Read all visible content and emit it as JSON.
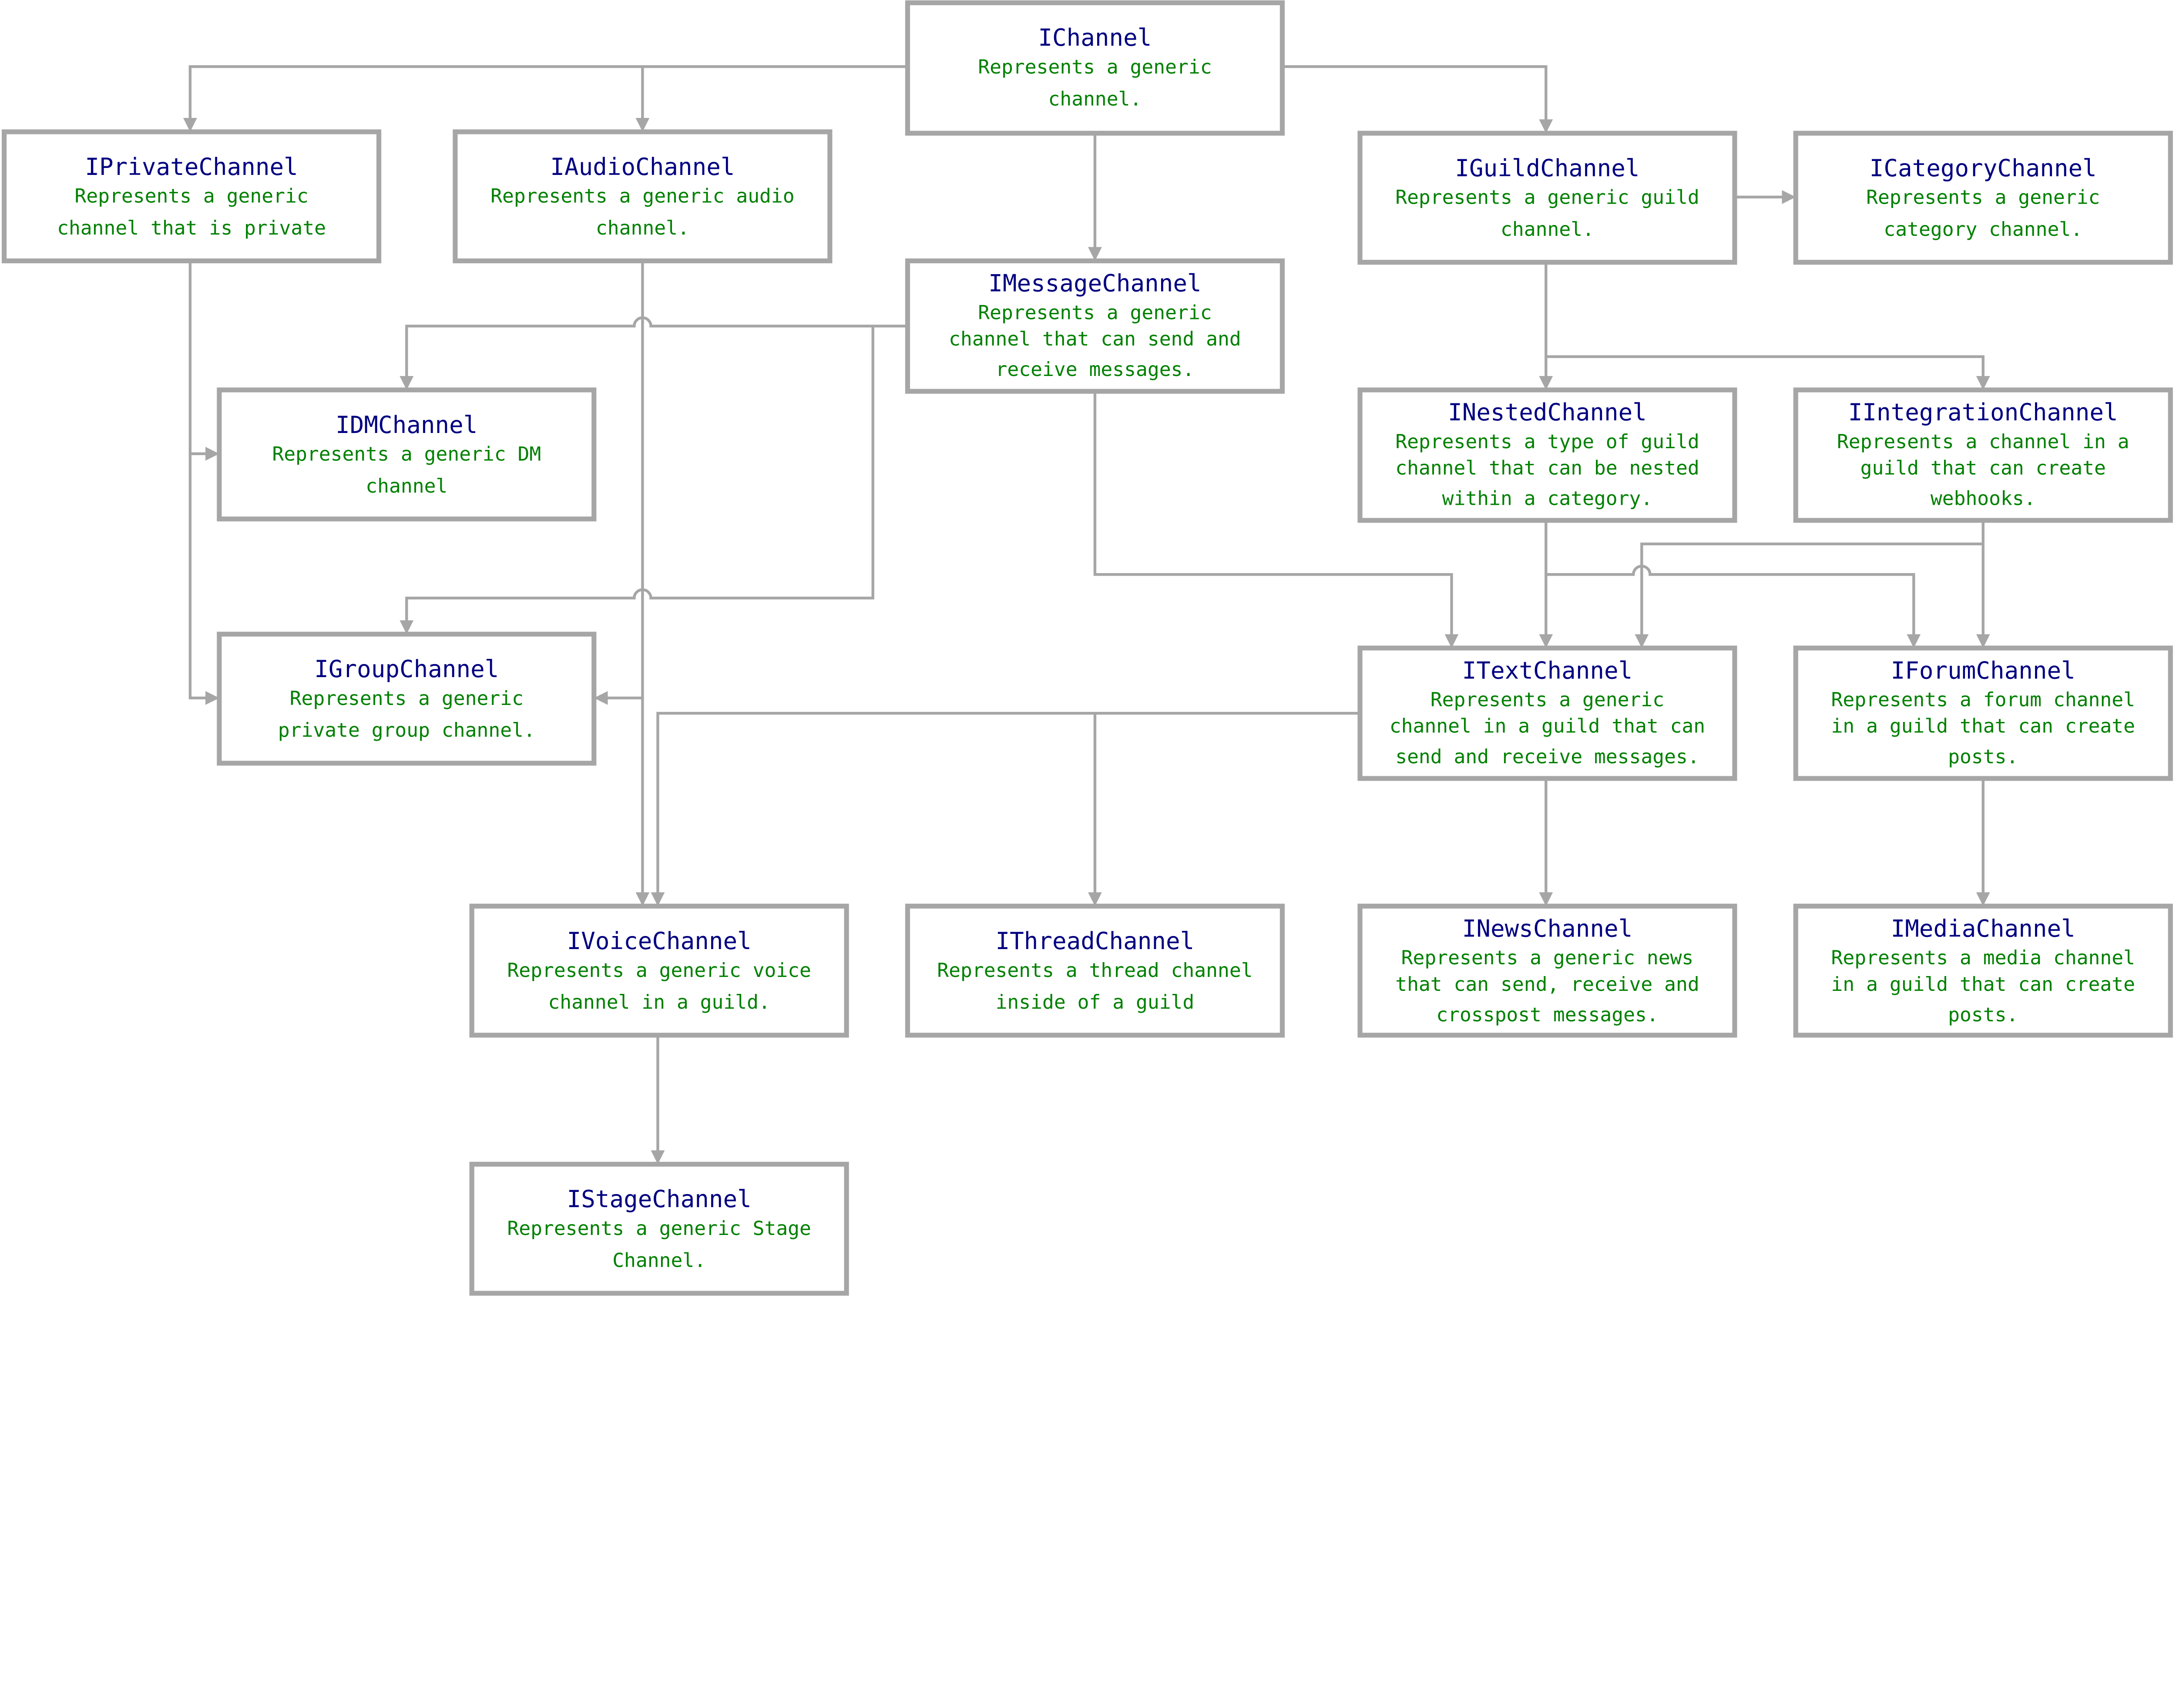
{
  "colors": {
    "title": "#000080",
    "description": "#008000",
    "border": "#a6a6a6"
  },
  "nodes": {
    "IChannel": {
      "title": "IChannel",
      "lines": [
        "Represents a generic",
        "channel."
      ]
    },
    "IPrivateChannel": {
      "title": "IPrivateChannel",
      "lines": [
        "Represents a generic",
        "channel that is private"
      ]
    },
    "IAudioChannel": {
      "title": "IAudioChannel",
      "lines": [
        "Represents a generic audio",
        "channel."
      ]
    },
    "IGuildChannel": {
      "title": "IGuildChannel",
      "lines": [
        "Represents a generic guild",
        "channel."
      ]
    },
    "ICategoryChannel": {
      "title": "ICategoryChannel",
      "lines": [
        "Represents a generic",
        "category channel."
      ]
    },
    "IMessageChannel": {
      "title": "IMessageChannel",
      "lines": [
        "Represents a generic",
        "channel that can send and",
        "receive messages."
      ]
    },
    "IDMChannel": {
      "title": "IDMChannel",
      "lines": [
        "Represents a generic DM",
        "channel"
      ]
    },
    "INestedChannel": {
      "title": "INestedChannel",
      "lines": [
        "Represents a type of guild",
        "channel that can be nested",
        "within a category."
      ]
    },
    "IIntegrationChannel": {
      "title": "IIntegrationChannel",
      "lines": [
        "Represents a channel in a",
        "guild that can create",
        "webhooks."
      ]
    },
    "IGroupChannel": {
      "title": "IGroupChannel",
      "lines": [
        "Represents a generic",
        "private group channel."
      ]
    },
    "ITextChannel": {
      "title": "ITextChannel",
      "lines": [
        "Represents a generic",
        "channel in a guild that can",
        "send and receive messages."
      ]
    },
    "IForumChannel": {
      "title": "IForumChannel",
      "lines": [
        "Represents a forum channel",
        "in a guild that can create",
        "posts."
      ]
    },
    "IVoiceChannel": {
      "title": "IVoiceChannel",
      "lines": [
        "Represents a generic voice",
        "channel in a guild."
      ]
    },
    "IThreadChannel": {
      "title": "IThreadChannel",
      "lines": [
        "Represents a thread channel",
        "inside of a guild"
      ]
    },
    "INewsChannel": {
      "title": "INewsChannel",
      "lines": [
        "Represents a generic news",
        "that can send, receive and",
        "crosspost messages."
      ]
    },
    "IMediaChannel": {
      "title": "IMediaChannel",
      "lines": [
        "Represents a media channel",
        "in a guild that can create",
        "posts."
      ]
    },
    "IStageChannel": {
      "title": "IStageChannel",
      "lines": [
        "Represents a generic Stage",
        "Channel."
      ]
    }
  },
  "edges": [
    [
      "IChannel",
      "IPrivateChannel"
    ],
    [
      "IChannel",
      "IAudioChannel"
    ],
    [
      "IChannel",
      "IGuildChannel"
    ],
    [
      "IChannel",
      "IMessageChannel"
    ],
    [
      "IGuildChannel",
      "ICategoryChannel"
    ],
    [
      "IPrivateChannel",
      "IDMChannel"
    ],
    [
      "IPrivateChannel",
      "IGroupChannel"
    ],
    [
      "IMessageChannel",
      "IDMChannel"
    ],
    [
      "IMessageChannel",
      "IGroupChannel"
    ],
    [
      "IAudioChannel",
      "IVoiceChannel"
    ],
    [
      "IAudioChannel",
      "IGroupChannel"
    ],
    [
      "IMessageChannel",
      "ITextChannel"
    ],
    [
      "IGuildChannel",
      "INestedChannel"
    ],
    [
      "IGuildChannel",
      "IIntegrationChannel"
    ],
    [
      "INestedChannel",
      "ITextChannel"
    ],
    [
      "INestedChannel",
      "IForumChannel"
    ],
    [
      "IIntegrationChannel",
      "ITextChannel"
    ],
    [
      "IIntegrationChannel",
      "IForumChannel"
    ],
    [
      "ITextChannel",
      "IVoiceChannel"
    ],
    [
      "ITextChannel",
      "IThreadChannel"
    ],
    [
      "ITextChannel",
      "INewsChannel"
    ],
    [
      "IForumChannel",
      "IMediaChannel"
    ],
    [
      "IVoiceChannel",
      "IStageChannel"
    ]
  ]
}
